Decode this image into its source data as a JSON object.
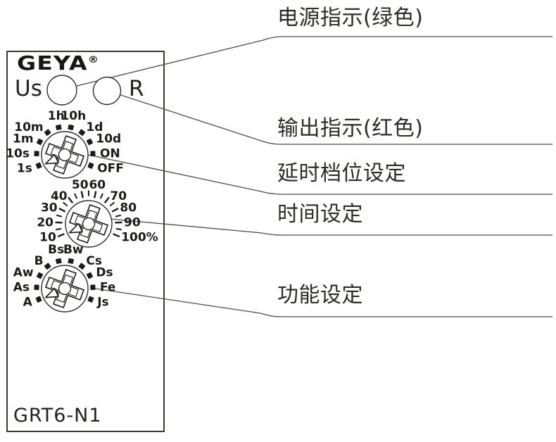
{
  "device": {
    "brand": "GEYA",
    "trademark": "®",
    "model": "GRT6-N1",
    "power_led_label": "Us",
    "reset_led_label": "R",
    "dials": [
      {
        "name": "delay-range-dial",
        "labels": [
          "1s",
          "10s",
          "1m",
          "10m",
          "1h",
          "10h",
          "1d",
          "10d",
          "ON",
          "OFF"
        ]
      },
      {
        "name": "time-percentage-dial",
        "labels": [
          "10",
          "20",
          "30",
          "40",
          "50",
          "60",
          "70",
          "80",
          "90",
          "100%"
        ]
      },
      {
        "name": "function-dial",
        "labels": [
          "A",
          "As",
          "Aw",
          "B",
          "Bs",
          "Bw",
          "Cs",
          "Ds",
          "Fe",
          "Js"
        ]
      }
    ]
  },
  "callouts": [
    {
      "name": "power-indicator",
      "label": "电源指示(绿色)"
    },
    {
      "name": "output-indicator",
      "label": "输出指示(红色)"
    },
    {
      "name": "delay-range-setting",
      "label": "延时档位设定"
    },
    {
      "name": "time-setting",
      "label": "时间设定"
    },
    {
      "name": "function-setting",
      "label": "功能设定"
    }
  ],
  "colors": {
    "ink": "#2e2a27",
    "line": "#524d4a",
    "panel_border": "#3b3836"
  }
}
